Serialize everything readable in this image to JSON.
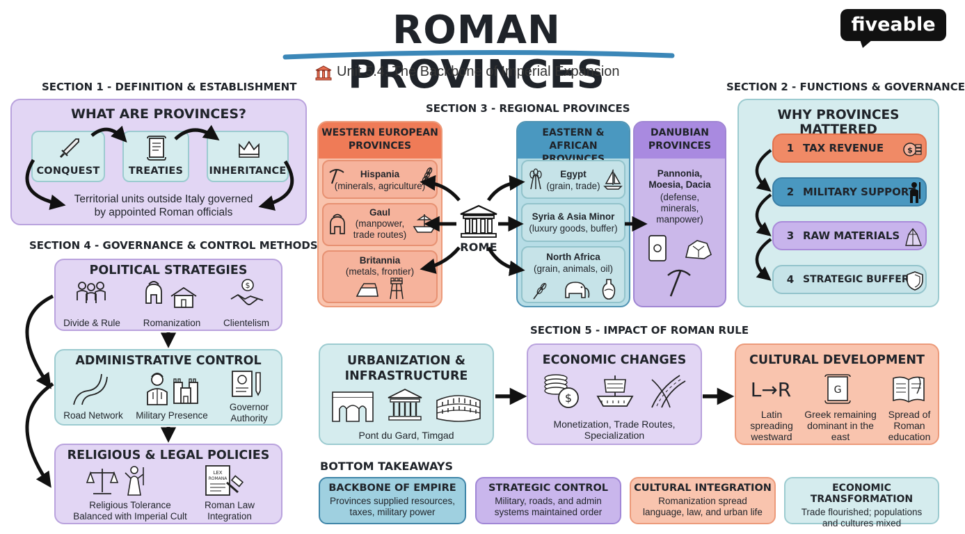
{
  "title": "ROMAN PROVINCES",
  "subtitle": "Unit 5.4: The Backbone of Imperial Expansion",
  "logo": "fiveable",
  "colors": {
    "purple": "#e2d6f4",
    "teal": "#d5ecee",
    "orange": "#f9c4ae",
    "title_underline": "#3b87b8",
    "arrow": "#111111"
  },
  "section1": {
    "heading": "SECTION 1 - DEFINITION & ESTABLISHMENT",
    "title": "WHAT ARE PROVINCES?",
    "methods": [
      {
        "icon": "sword-icon",
        "label": "CONQUEST"
      },
      {
        "icon": "scroll-icon",
        "label": "TREATIES"
      },
      {
        "icon": "crown-icon",
        "label": "INHERITANCE"
      }
    ],
    "definition_line1": "Territorial units outside Italy governed",
    "definition_line2": "by appointed Roman officials"
  },
  "section2": {
    "heading": "SECTION 2 - FUNCTIONS & GOVERNANCE",
    "title": "WHY PROVINCES MATTERED",
    "items": [
      {
        "num": "1",
        "label": "TAX REVENUE",
        "icon": "coins-icon"
      },
      {
        "num": "2",
        "label": "MILITARY SUPPORT",
        "icon": "soldier-icon"
      },
      {
        "num": "3",
        "label": "RAW MATERIALS",
        "icon": "crystal-icon"
      },
      {
        "num": "4",
        "label": "STRATEGIC BUFFERS",
        "icon": "shield-icon"
      }
    ]
  },
  "section3": {
    "heading": "SECTION 3 - REGIONAL PROVINCES",
    "center": "ROME",
    "western": {
      "header_line1": "WESTERN EUROPEAN",
      "header_line2": "PROVINCES",
      "items": [
        {
          "name": "Hispania",
          "detail": "(minerals, agriculture)"
        },
        {
          "name": "Gaul",
          "detail_line1": "(manpower,",
          "detail_line2": "trade routes)"
        },
        {
          "name": "Britannia",
          "detail": "(metals, frontier)"
        }
      ]
    },
    "eastern": {
      "header_line1": "EASTERN & AFRICAN",
      "header_line2": "PROVINCES",
      "items": [
        {
          "name": "Egypt",
          "detail": "(grain, trade)"
        },
        {
          "name": "Syria & Asia Minor",
          "detail": "(luxury goods, buffer)"
        },
        {
          "name": "North Africa",
          "detail": "(grain, animals, oil)"
        }
      ]
    },
    "danubian": {
      "header_line1": "DANUBIAN",
      "header_line2": "PROVINCES",
      "name_line1": "Pannonia,",
      "name_line2": "Moesia, Dacia",
      "detail_line1": "(defense,",
      "detail_line2": "minerals,",
      "detail_line3": "manpower)"
    }
  },
  "section4": {
    "heading": "SECTION 4 - GOVERNANCE & CONTROL METHODS",
    "political": {
      "title": "POLITICAL STRATEGIES",
      "items": [
        "Divide & Rule",
        "Romanization",
        "Clientelism"
      ]
    },
    "administrative": {
      "title": "ADMINISTRATIVE CONTROL",
      "road": "Road Network",
      "military": "Military Presence",
      "governor_line1": "Governor",
      "governor_line2": "Authority"
    },
    "religious": {
      "title": "RELIGIOUS & LEGAL POLICIES",
      "tolerance_line1": "Religious Tolerance",
      "tolerance_line2": "Balanced with Imperial Cult",
      "law_line1": "Roman Law",
      "law_line2": "Integration",
      "doc_text_line1": "LEX",
      "doc_text_line2": "ROMANA"
    }
  },
  "section5": {
    "heading": "SECTION 5 - IMPACT OF ROMAN RULE",
    "urban": {
      "title_line1": "URBANIZATION &",
      "title_line2": "INFRASTRUCTURE",
      "caption": "Pont du Gard, Timgad"
    },
    "economic": {
      "title": "ECONOMIC CHANGES",
      "caption_line1": "Monetization, Trade Routes,",
      "caption_line2": "Specialization"
    },
    "cultural": {
      "title": "CULTURAL DEVELOPMENT",
      "latin_glyph": "L→R",
      "greek_glyph": "G",
      "latin_line1": "Latin",
      "latin_line2": "spreading",
      "latin_line3": "westward",
      "greek_line1": "Greek remaining",
      "greek_line2": "dominant in the",
      "greek_line3": "east",
      "edu_line1": "Spread of",
      "edu_line2": "Roman",
      "edu_line3": "education"
    }
  },
  "takeaways": {
    "heading": "BOTTOM TAKEAWAYS",
    "items": [
      {
        "title": "BACKBONE OF EMPIRE",
        "line1": "Provinces supplied resources,",
        "line2": "taxes, military power"
      },
      {
        "title": "STRATEGIC CONTROL",
        "line1": "Military, roads, and admin",
        "line2": "systems maintained order"
      },
      {
        "title": "CULTURAL INTEGRATION",
        "line1": "Romanization spread",
        "line2": "language, law, and urban life"
      },
      {
        "title": "ECONOMIC TRANSFORMATION",
        "line1": "Trade flourished; populations",
        "line2": "and cultures mixed"
      }
    ]
  }
}
